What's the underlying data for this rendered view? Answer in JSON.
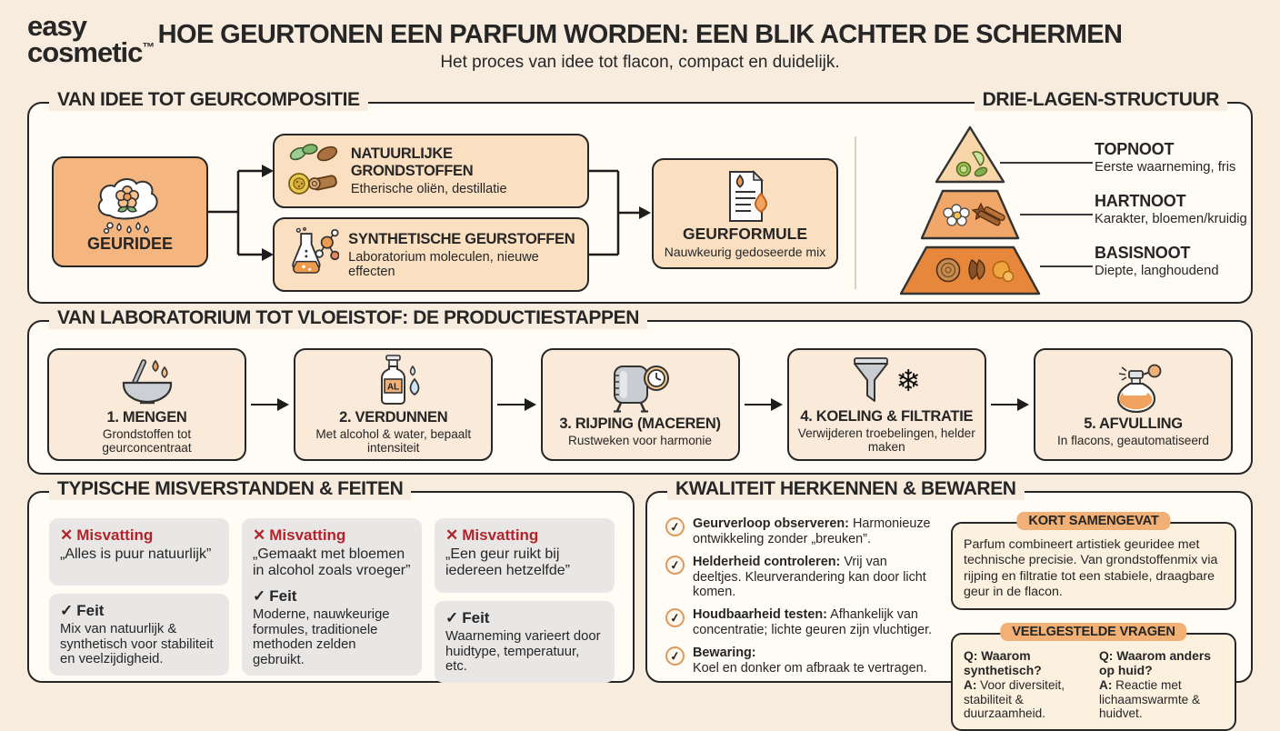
{
  "brand": {
    "line1": "easy",
    "line2": "cosmetic",
    "tm": "™"
  },
  "header": {
    "title": "HOE GEURTONEN EEN PARFUM WORDEN: EEN BLIK ACHTER DE SCHERMEN",
    "subtitle": "Het proces van idee tot flacon, compact en duidelijk."
  },
  "icons": {
    "check": "✓",
    "cross": "✕",
    "snowflake": "❄"
  },
  "section1": {
    "title": "VAN IDEE TOT GEURCOMPOSITIE",
    "idea_label": "GEURIDEE",
    "sources": [
      {
        "title": "NATUURLIJKE GRONDSTOFFEN",
        "subtitle": "Etherische oliën, destillatie"
      },
      {
        "title": "SYNTHETISCHE GEURSTOFFEN",
        "subtitle": "Laboratorium moleculen, nieuwe effecten"
      }
    ],
    "formula": {
      "title": "GEURFORMULE",
      "subtitle": "Nauwkeurig gedoseerde mix"
    }
  },
  "pyramid": {
    "title": "DRIE-LAGEN-STRUCTUUR",
    "layers": [
      {
        "name": "TOPNOOT",
        "desc": "Eerste waarneming, fris"
      },
      {
        "name": "HARTNOOT",
        "desc": "Karakter, bloemen/kruidig"
      },
      {
        "name": "BASISNOOT",
        "desc": "Diepte, langhoudend"
      }
    ]
  },
  "section2": {
    "title": "VAN LABORATORIUM TOT VLOEISTOF: DE PRODUCTIESTAPPEN",
    "steps": [
      {
        "title": "1. MENGEN",
        "subtitle": "Grondstoffen tot geurconcentraat"
      },
      {
        "title": "2. VERDUNNEN",
        "subtitle": "Met alcohol & water, bepaalt intensiteit",
        "icon_label": "AL"
      },
      {
        "title": "3. RIJPING (MACEREN)",
        "subtitle": "Rustweken voor harmonie"
      },
      {
        "title": "4. KOELING & FILTRATIE",
        "subtitle": "Verwijderen troebelingen, helder maken"
      },
      {
        "title": "5. AFVULLING",
        "subtitle": "In flacons, geautomatiseerd"
      }
    ]
  },
  "section3": {
    "title": "TYPISCHE MISVERSTANDEN & FEITEN",
    "myth_label": "Misvatting",
    "fact_label": "Feit",
    "columns": [
      {
        "myth": "„Alles is puur natuurlijk”",
        "fact": "Mix van natuurlijk & synthetisch voor stabiliteit en veelzijdigheid."
      },
      {
        "myth": "„Gemaakt met bloemen in alcohol zoals vroeger”",
        "fact": "Moderne, nauwkeurige formules, traditionele methoden zelden gebruikt."
      },
      {
        "myth": "„Een geur ruikt bij iedereen hetzelfde”",
        "fact": "Waarneming varieert door huidtype, temperatuur, etc."
      }
    ]
  },
  "section4": {
    "title": "KWALITEIT HERKENNEN & BEWAREN",
    "checklist": [
      {
        "lead": "Geurverloop observeren:",
        "text": "Harmonieuze ontwikkeling zonder „breuken”."
      },
      {
        "lead": "Helderheid controleren:",
        "text": "Vrij van deeltjes. Kleurverandering kan door licht komen."
      },
      {
        "lead": "Houdbaarheid testen:",
        "text": "Afhankelijk van concentratie; lichte geuren zijn vluchtiger."
      },
      {
        "lead": "Bewaring:",
        "text": "Koel en donker om afbraak te vertragen."
      }
    ],
    "summary": {
      "badge": "KORT SAMENGEVAT",
      "text": "Parfum combineert artistiek geuridee met technische precisie. Van grondstoffenmix via rijping en filtratie tot een stabiele, draagbare geur in de flacon."
    },
    "faq": {
      "badge": "VEELGESTELDE VRAGEN",
      "q_prefix": "Q:",
      "a_prefix": "A:",
      "items": [
        {
          "q": "Waarom synthetisch?",
          "a": "Voor diversiteit, stabiliteit & duurzaamheid."
        },
        {
          "q": "Waarom anders op huid?",
          "a": "Reactie met lichaamswarmte & huidvet."
        }
      ]
    }
  },
  "colors": {
    "bg": "#f8ecdf",
    "panel": "#fffcf5",
    "ink": "#262626",
    "box_orange": "#f4b57e",
    "peach": "#fbdfc1",
    "step_bg": "#f9ead9",
    "myth_red": "#b3232b",
    "card_gray": "#e9e7e5",
    "pyr_top": "#f8d6aa",
    "pyr_mid": "#f0a769",
    "pyr_base": "#e6873b",
    "badge": "#f1b176"
  }
}
